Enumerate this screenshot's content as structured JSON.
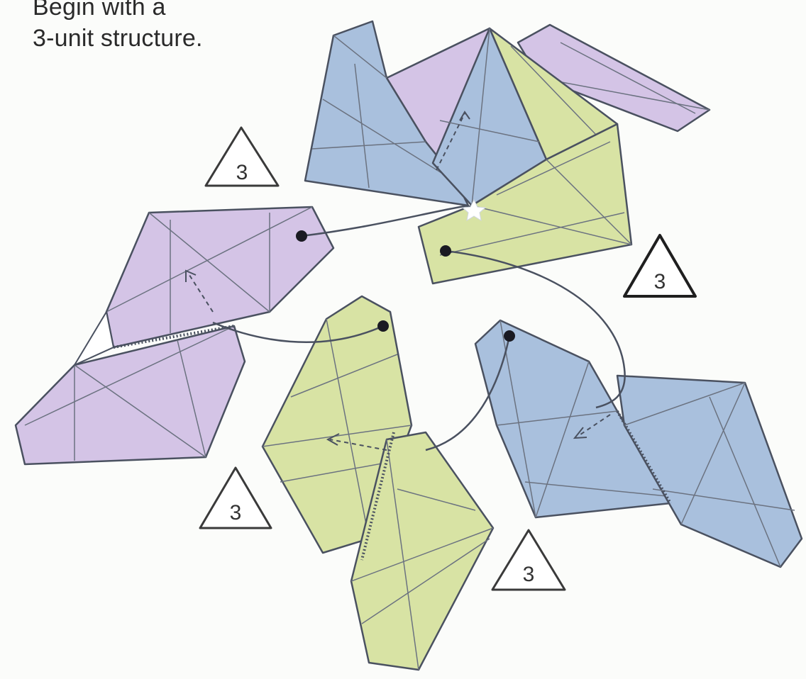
{
  "instruction": {
    "line1": "Begin with a",
    "line2": "3-unit structure."
  },
  "step_badges": [
    {
      "name": "step-badge-top-left",
      "label": "3"
    },
    {
      "name": "step-badge-right",
      "label": "3"
    },
    {
      "name": "step-badge-bottom-left",
      "label": "3"
    },
    {
      "name": "step-badge-bottom-center",
      "label": "3"
    }
  ],
  "colors": {
    "blue": "#a9c0dd",
    "purple": "#d4c4e6",
    "green": "#d8e3a4",
    "stroke": "#4a5160",
    "crease": "#6b7280"
  }
}
